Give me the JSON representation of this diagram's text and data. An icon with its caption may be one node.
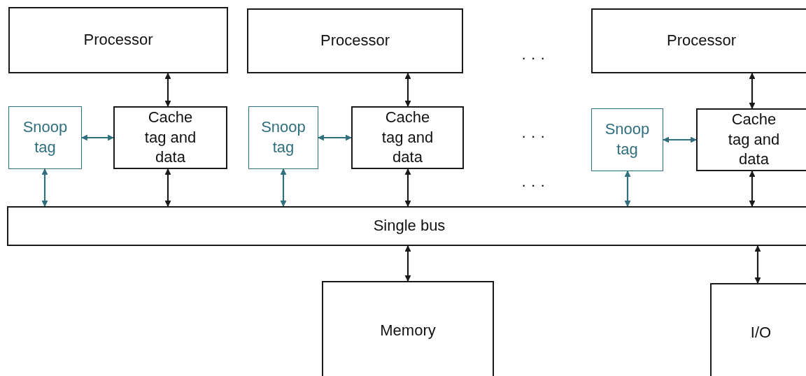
{
  "diagram": {
    "nodes": [
      {
        "text": [
          "Processor"
        ]
      },
      {
        "text": [
          "Processor"
        ]
      },
      {
        "text": [
          "Processor"
        ]
      },
      {
        "text": [
          "Snoop tag"
        ]
      },
      {
        "text": [
          "Cache tag and data"
        ]
      },
      {
        "text": [
          "Snoop tag"
        ]
      },
      {
        "text": [
          "Cache tag and data"
        ]
      },
      {
        "text": [
          "Snoop tag"
        ]
      },
      {
        "text": [
          "Cache tag and data"
        ]
      },
      {
        "text": [
          "Single bus"
        ]
      },
      {
        "text": [
          "Memory"
        ]
      },
      {
        "text": [
          "I/O"
        ]
      }
    ],
    "edges": [
      {
        "from": 0,
        "to": 4,
        "arrow": "both"
      },
      {
        "from": 1,
        "to": 6,
        "arrow": "both"
      },
      {
        "from": 2,
        "to": 8,
        "arrow": "both"
      },
      {
        "from": 3,
        "to": 4,
        "arrow": "both",
        "color": "#2f6f7e"
      },
      {
        "from": 5,
        "to": 6,
        "arrow": "both",
        "color": "#2f6f7e"
      },
      {
        "from": 7,
        "to": 8,
        "arrow": "both",
        "color": "#2f6f7e"
      },
      {
        "from": 3,
        "to": 9,
        "arrow": "both",
        "color": "#2f6f7e"
      },
      {
        "from": 4,
        "to": 9,
        "arrow": "both"
      },
      {
        "from": 5,
        "to": 9,
        "arrow": "both",
        "color": "#2f6f7e"
      },
      {
        "from": 6,
        "to": 9,
        "arrow": "both"
      },
      {
        "from": 7,
        "to": 9,
        "arrow": "both",
        "color": "#2f6f7e"
      },
      {
        "from": 8,
        "to": 9,
        "arrow": "both"
      },
      {
        "from": 9,
        "to": 10,
        "arrow": "both"
      },
      {
        "from": 9,
        "to": 11,
        "arrow": "both"
      }
    ],
    "labels": [
      "· · ·",
      "· · ·",
      "· · ·"
    ]
  }
}
